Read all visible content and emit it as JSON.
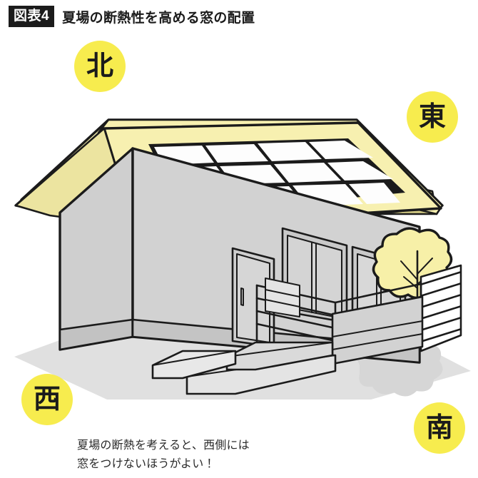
{
  "header": {
    "badge": "図表4",
    "title": "夏場の断熱性を高める窓の配置"
  },
  "compass": {
    "north": {
      "label": "北",
      "name": "north"
    },
    "east": {
      "label": "東",
      "name": "east"
    },
    "west": {
      "label": "西",
      "name": "west"
    },
    "south": {
      "label": "南",
      "name": "south"
    }
  },
  "caption": {
    "line1": "夏場の断熱を考えると、西側には",
    "line2": "窓をつけないほうがよい！"
  },
  "illustration": {
    "subject": "一戸建て住宅の立体イラスト",
    "roof": {
      "material_label": "屋根",
      "solar_panel_columns": 4,
      "solar_panel_rows": 3
    },
    "west_wall": {
      "label": "西側の壁",
      "windows": 0
    },
    "south_wall": {
      "label": "南側の壁",
      "door_count": 1,
      "sliding_window_count": 2
    },
    "deck": {
      "label": "ウッドデッキ",
      "step_count": 2
    },
    "tree": {
      "label": "樹木"
    },
    "fence": {
      "label": "目隠しフェンス"
    },
    "shadow": {
      "label": "影"
    }
  },
  "colors": {
    "badge_bg": "#1b1b1b",
    "badge_text": "#ffffff",
    "compass_yellow": "#f7ec4e",
    "roof_pale_yellow": "#f7f0b0",
    "roof_eave_olive": "#d9d189",
    "wall_gray": "#d2d2d2",
    "wall_gray_light": "#e2e2e2",
    "wall_gray_dark": "#c2c2c2",
    "panel_white": "#fdfdfd",
    "ground_shadow": "#d6d6d6",
    "tree_yellow": "#f7f0a8",
    "outline": "#1b1b1b"
  }
}
